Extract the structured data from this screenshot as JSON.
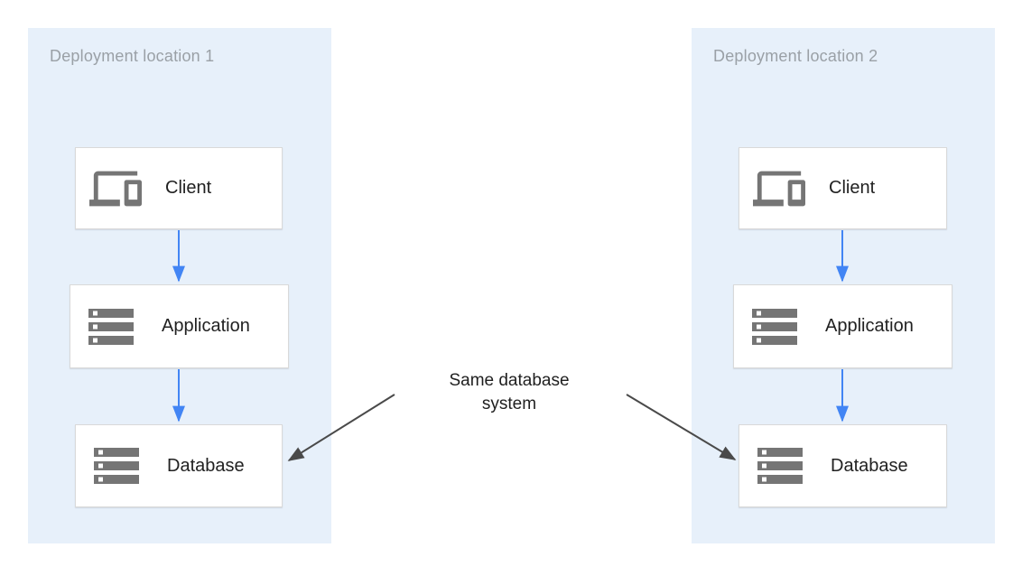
{
  "diagram": {
    "panels": [
      {
        "title": "Deployment location 1",
        "nodes": [
          {
            "label": "Client",
            "icon": "devices-icon"
          },
          {
            "label": "Application",
            "icon": "server-stack-icon"
          },
          {
            "label": "Database",
            "icon": "server-stack-icon"
          }
        ]
      },
      {
        "title": "Deployment location 2",
        "nodes": [
          {
            "label": "Client",
            "icon": "devices-icon"
          },
          {
            "label": "Application",
            "icon": "server-stack-icon"
          },
          {
            "label": "Database",
            "icon": "server-stack-icon"
          }
        ]
      }
    ],
    "annotation": {
      "text": "Same database\nsystem"
    },
    "colors": {
      "panel_background": "#E7F0FA",
      "node_background": "#FFFFFF",
      "node_border": "#D9D9D9",
      "flow_arrow_blue": "#4285F4",
      "annotation_arrow_gray": "#4A4A4A",
      "panel_title_text": "#9AA0A6",
      "node_label_text": "#212121",
      "icon_gray": "#757575"
    }
  }
}
